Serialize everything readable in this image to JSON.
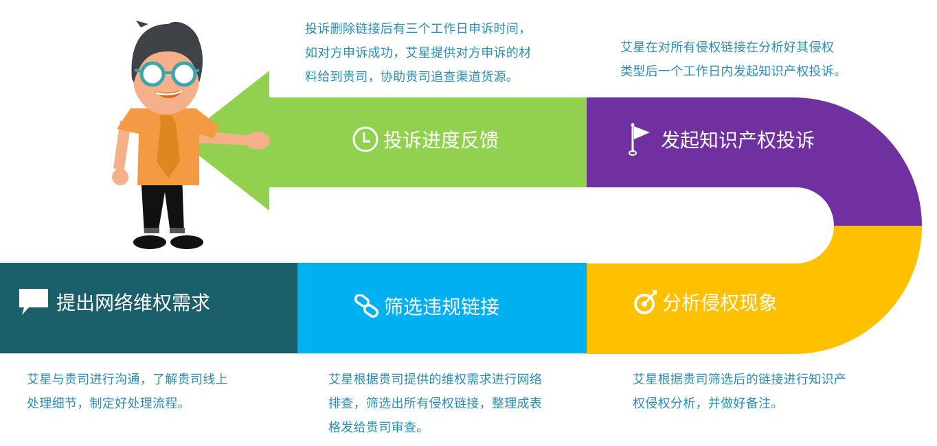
{
  "colors": {
    "green": "#92d050",
    "purple": "#7030a0",
    "yellow": "#ffc000",
    "blue": "#00b0f0",
    "teal": "#1b5f6b",
    "desc_text": "#2a8db8",
    "label_text": "#ffffff"
  },
  "steps": [
    {
      "id": "step1",
      "label": "提出网络维权需求",
      "icon": "chat-bubble-icon",
      "description_lines": [
        "艾星与贵司进行沟通，了解贵司线上",
        "处理细节，制定好处理流程。"
      ]
    },
    {
      "id": "step2",
      "label": "筛选违规链接",
      "icon": "link-icon",
      "description_lines": [
        "艾星根据贵司提供的维权需求进行网络",
        "排查，筛选出所有侵权链接，整理成表",
        "格发给贵司审查。"
      ]
    },
    {
      "id": "step3",
      "label": "分析侵权现象",
      "icon": "target-icon",
      "description_lines": [
        "艾星根据贵司筛选后的链接进行知识产",
        "权侵权分析，并做好备注。"
      ]
    },
    {
      "id": "step4",
      "label": "发起知识产权投诉",
      "icon": "flag-icon",
      "description_lines": [
        "艾星在对所有侵权链接在分析好其侵权",
        "类型后一个工作日内发起知识产权投诉。"
      ]
    },
    {
      "id": "step5",
      "label": "投诉进度反馈",
      "icon": "clock-icon",
      "description_lines": [
        "投诉删除链接后有三个工作日申诉时间，",
        "如对方申诉成功，艾星提供对方申诉的材",
        "料给到贵司，协助贵司追查渠道货源。"
      ]
    }
  ]
}
